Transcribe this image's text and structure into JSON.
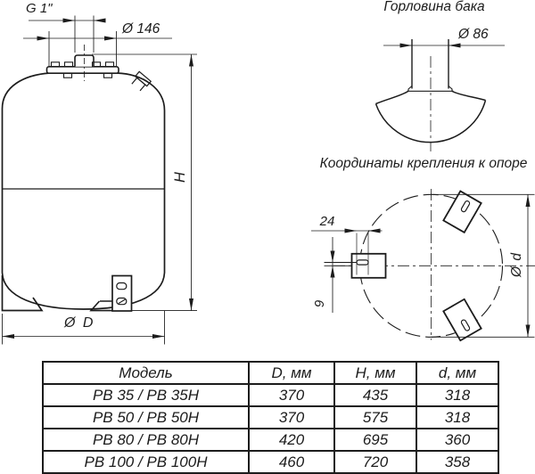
{
  "front_view": {
    "thread_label": "G 1\"",
    "flange_diameter_label": "Ø 146",
    "height_label": "H",
    "tank_diameter_label": "Ø D"
  },
  "neck_detail": {
    "title": "Горловина бака",
    "neck_diameter_label": "Ø 86"
  },
  "mount_detail": {
    "title": "Координаты крепления к опоре",
    "slot_length_label": "24",
    "slot_offset_label": "9",
    "feet_circle_label": "Ø d"
  },
  "table": {
    "headers": {
      "model": "Модель",
      "d": "D, мм",
      "h": "H, мм",
      "dd": "d, мм"
    },
    "rows": [
      {
        "model": "РВ 35 / РВ 35Н",
        "d": "370",
        "h": "435",
        "dd": "318"
      },
      {
        "model": "РВ 50 / РВ 50Н",
        "d": "370",
        "h": "575",
        "dd": "318"
      },
      {
        "model": "РВ 80 / РВ 80Н",
        "d": "420",
        "h": "695",
        "dd": "360"
      },
      {
        "model": "РВ 100 / РВ 100Н",
        "d": "460",
        "h": "720",
        "dd": "358"
      }
    ]
  },
  "colors": {
    "line": "#1c1c1c",
    "background": "#ffffff"
  }
}
